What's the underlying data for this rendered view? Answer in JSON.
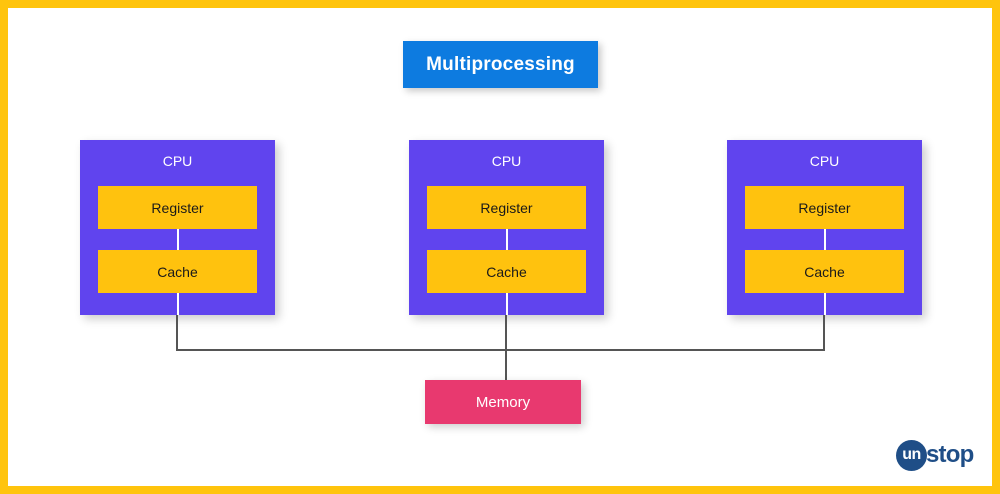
{
  "page": {
    "border_color": "#FFC40D",
    "background": "#ffffff"
  },
  "diagram": {
    "title": "Multiprocessing",
    "title_color": "#0D7BE0",
    "cpu_color": "#6044EE",
    "component_color": "#FFC20E",
    "memory_color": "#E8396F",
    "connector_color": "#555555",
    "cpus": [
      {
        "label": "CPU",
        "components": [
          {
            "label": "Register"
          },
          {
            "label": "Cache"
          }
        ]
      },
      {
        "label": "CPU",
        "components": [
          {
            "label": "Register"
          },
          {
            "label": "Cache"
          }
        ]
      },
      {
        "label": "CPU",
        "components": [
          {
            "label": "Register"
          },
          {
            "label": "Cache"
          }
        ]
      }
    ],
    "memory": {
      "label": "Memory"
    }
  },
  "logo": {
    "mark_text": "un",
    "word_text": "stop",
    "color": "#1F4E87"
  }
}
